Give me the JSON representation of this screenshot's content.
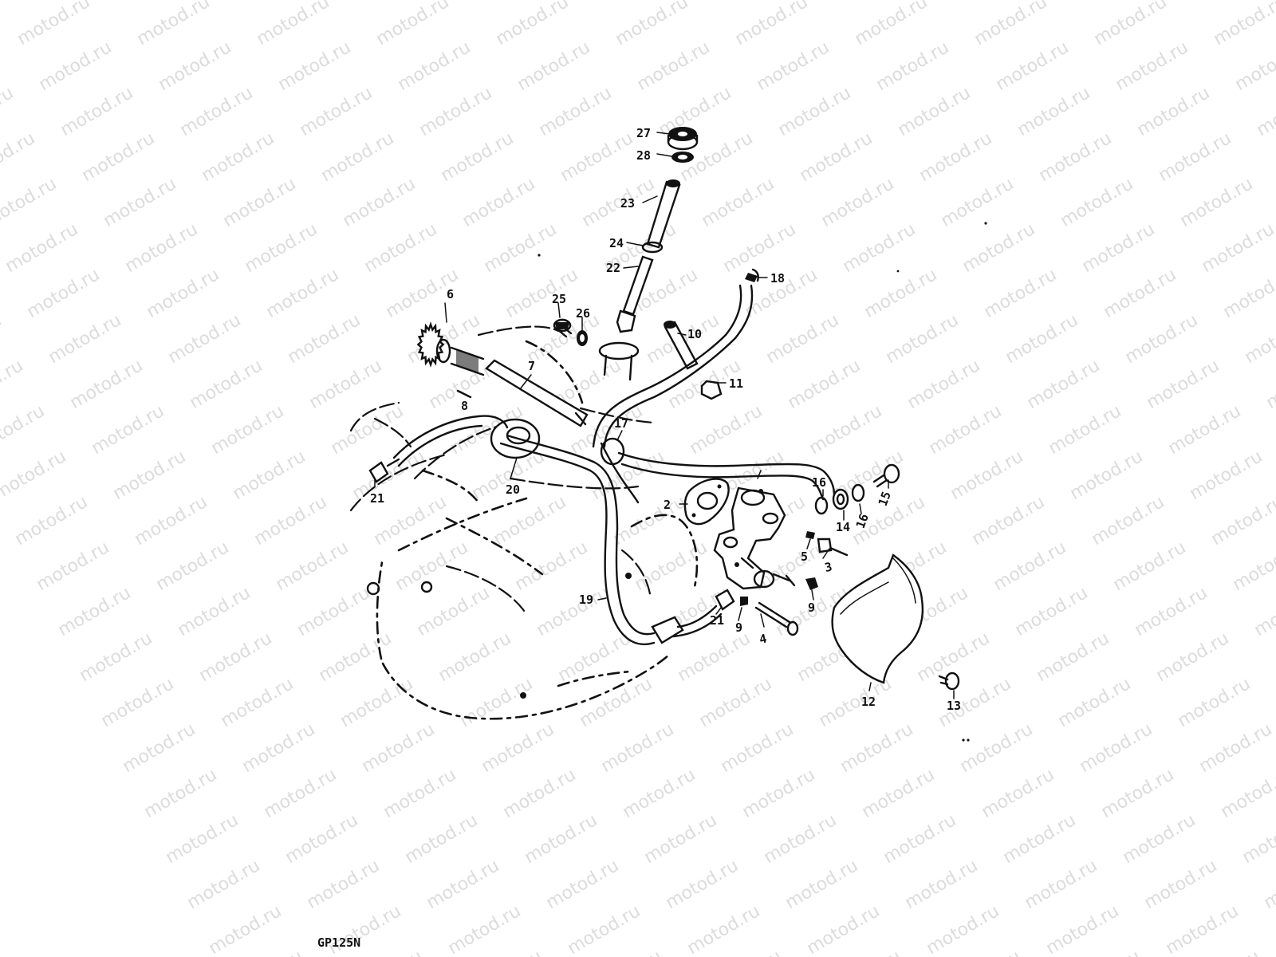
{
  "watermark": "motod.ru",
  "model": "GP125N",
  "part_labels": [
    "2",
    "3",
    "4",
    "5",
    "6",
    "7",
    "8",
    "9",
    "9",
    "10",
    "11",
    "12",
    "13",
    "14",
    "15",
    "16",
    "16",
    "17",
    "18",
    "19",
    "20",
    "21",
    "21",
    "22",
    "23",
    "24",
    "25",
    "26",
    "27",
    "28"
  ]
}
